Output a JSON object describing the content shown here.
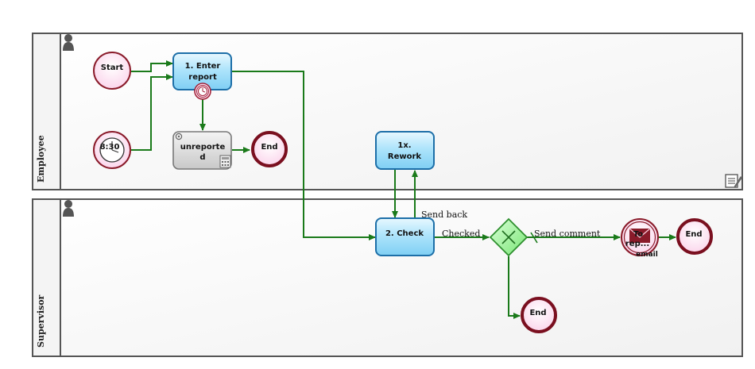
{
  "lanes": {
    "employee": "Employee",
    "supervisor": "Supervisor"
  },
  "nodes": {
    "start": "Start",
    "timer_start": "8:30",
    "enter_report_1": "1. Enter",
    "enter_report_2": "report",
    "unreported_1": "unreporte",
    "unreported_2": "d",
    "end_employee": "End",
    "rework_1": "1x.",
    "rework_2": "Rework",
    "check": "2. Check",
    "email_task_1": "To",
    "email_task_2": "rep...",
    "email_task_tag": "email",
    "end_after_email": "End",
    "end_gateway_down": "End"
  },
  "flows": {
    "send_back": "Send back",
    "checked": "Checked",
    "send_comment": "Send comment"
  },
  "colors": {
    "lane_border": "#555555",
    "flow": "#1a7a1a",
    "task_fill": "#9fdcf8",
    "task_border": "#1d6fa8",
    "gray_task_fill": "#d9d9d9",
    "event_fill": "#fde6f3",
    "event_border": "#8a1b2a",
    "gateway_fill": "#9cf19a",
    "gateway_border": "#2e8f2e"
  },
  "icons": {
    "lane_person": "person-icon",
    "timer": "clock-icon",
    "gear": "gear-icon",
    "calculator": "calculator-icon",
    "mail": "envelope-icon",
    "notes": "notepad-icon"
  }
}
